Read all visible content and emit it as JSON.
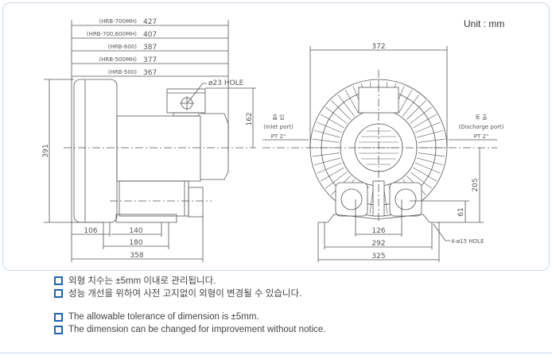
{
  "unit_label": "Unit : mm",
  "side_view": {
    "length_dims": [
      {
        "model": "(HRB-700MH)",
        "value": "427"
      },
      {
        "model": "(HRB-700,600MH)",
        "value": "407"
      },
      {
        "model": "(HRB-600)",
        "value": "387"
      },
      {
        "model": "(HRB-500MH)",
        "value": "377"
      },
      {
        "model": "(HRB-500)",
        "value": "367"
      }
    ],
    "hole_label": "ø23 HOLE",
    "height": "391",
    "terminal_height": "162",
    "bottom_dims": [
      "106",
      "140",
      "180",
      "358"
    ]
  },
  "front_view": {
    "width": "372",
    "inlet": {
      "ko": "흡 입",
      "en": "(Inlet port)",
      "size": "PT 2\""
    },
    "discharge": {
      "ko": "토 출",
      "en": "(Discharge port)",
      "size": "PT 2\""
    },
    "center_height": "205",
    "port_height": "61",
    "bottom_dims": [
      "126",
      "292",
      "325"
    ],
    "foot_hole_label": "4-ø15 HOLE"
  },
  "notes": [
    "외형 치수는 ±5mm 이내로 관리됩니다.",
    "성능 개선을 위하여 사전 고지없이 외형이 변경될 수 있습니다.",
    "The allowable tolerance of dimension is  ±5mm.",
    "The dimension can be changed for improvement without notice."
  ]
}
